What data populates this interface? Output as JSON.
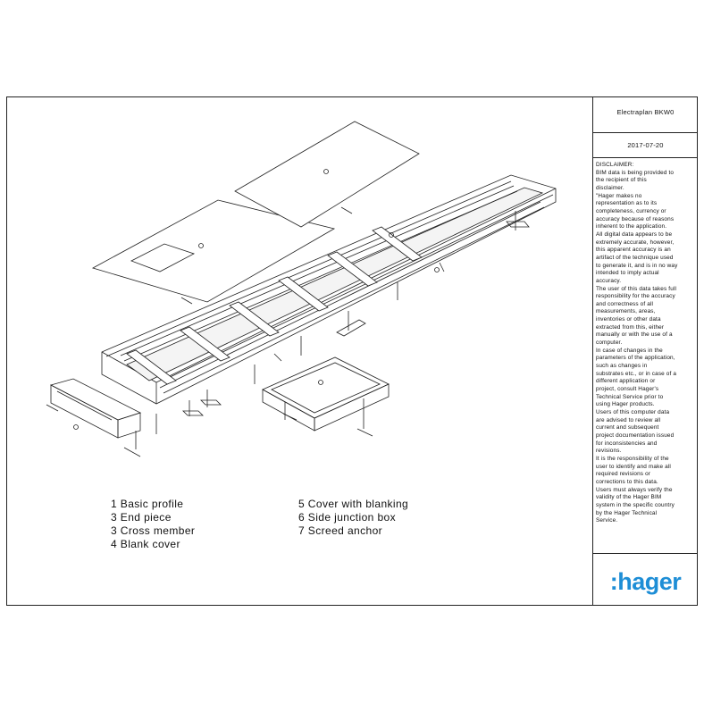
{
  "title_block": {
    "product": "Electraplan BKW0",
    "date": "2017-07-20",
    "disclaimer": [
      "DISCLAIMER:",
      "BIM data is being provided to",
      "the recipient of this",
      "disclaimer.",
      "\"Hager makes no",
      "representation as to its",
      "completeness, currency or",
      "accuracy because of reasons",
      "inherent to the application.",
      "All digital data appears to be",
      "extremely accurate, however,",
      "this apparent accuracy is an",
      "artifact of the technique used",
      "to generate it, and is in no way",
      "intended to imply actual",
      "accuracy.",
      "The user of this data takes full",
      "responsibility for the accuracy",
      "and correctness of all",
      "measurements, areas,",
      "inventories or other data",
      "extracted from this, either",
      "manually or with the use of a",
      "computer.",
      "In case of changes in the",
      "parameters of the application,",
      "such as changes in",
      "substrates etc., or in case of a",
      "different application or",
      "project, consult Hager's",
      "Technical Service prior to",
      "using Hager products.",
      "Users of this computer data",
      "are advised to review all",
      "current and subsequent",
      "project documentation issued",
      "for inconsistencies and",
      "revisions.",
      "It is the responsibility of the",
      "user to identify and make all",
      "required revisions or",
      "corrections to this data.",
      "Users must always verify the",
      "validity of the Hager BIM",
      "system in the specific country",
      "by the Hager Technical",
      "Service."
    ],
    "logo_text": ":hager",
    "brand_color": "#1e8ed6"
  },
  "legend": {
    "left": [
      "1 Basic profile",
      "3 End piece",
      "3 Cross member",
      "4 Blank cover"
    ],
    "right": [
      "5 Cover with blanking",
      "6 Side junction box",
      "7 Screed anchor"
    ]
  }
}
